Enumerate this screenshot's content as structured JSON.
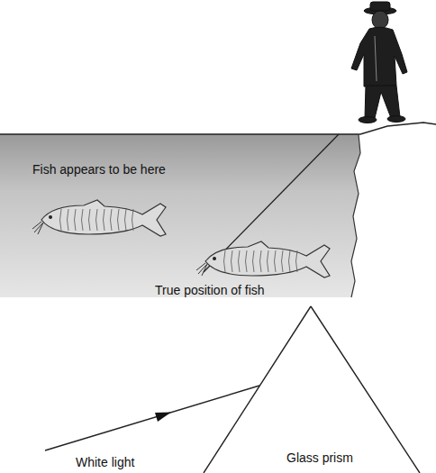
{
  "diagram": {
    "labels": [
      "Fish appears to be here",
      "True position of fish",
      "White light",
      "Glass prism"
    ]
  }
}
